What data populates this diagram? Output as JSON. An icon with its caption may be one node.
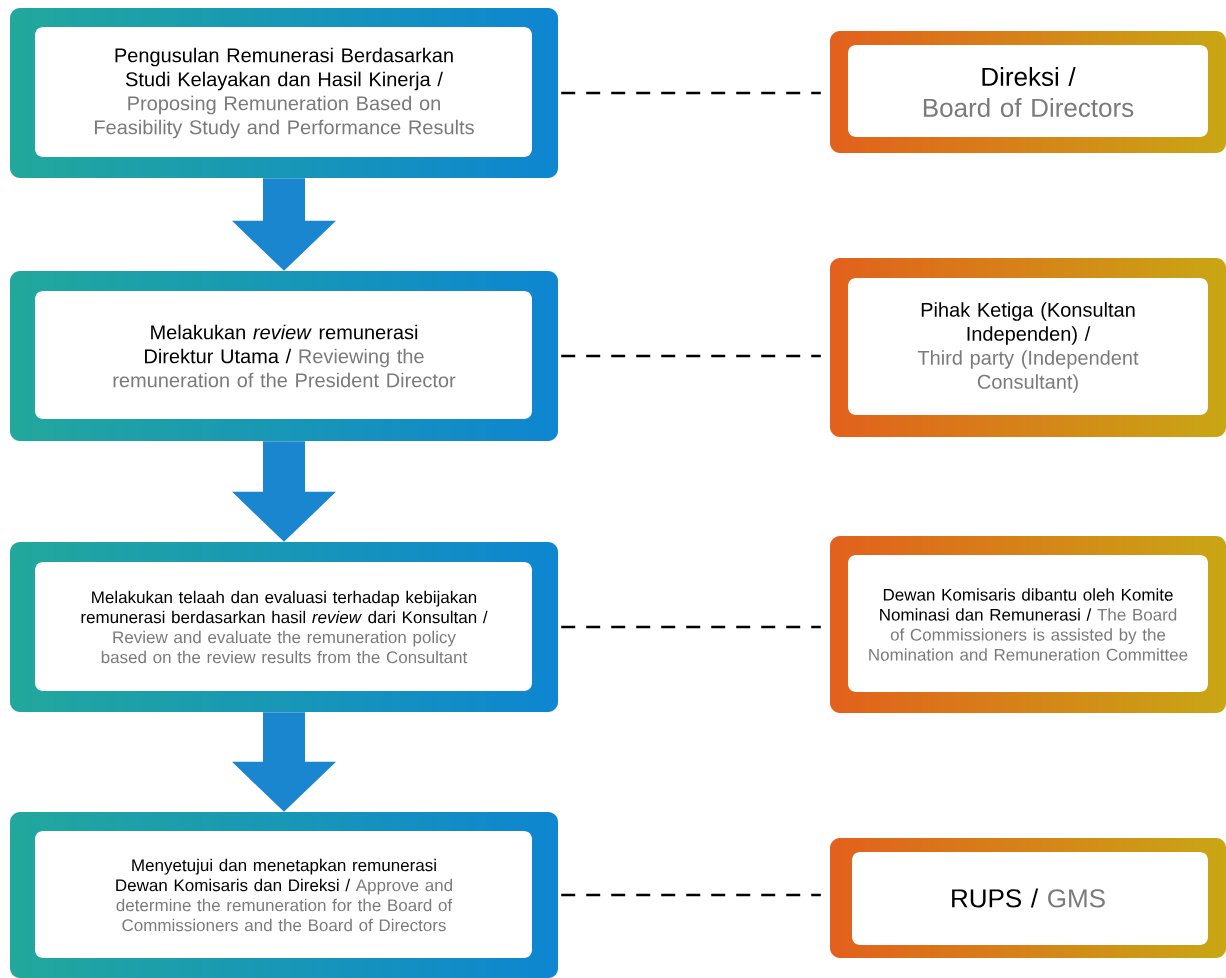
{
  "diagram": {
    "nodes": [
      {
        "text": [
          "Pengusulan Remunerasi Berdasarkan Studi Kelayakan dan Hasil Kinerja /",
          "Proposing Remuneration Based on Feasibility Study and Performance Results"
        ]
      },
      {
        "text": [
          "Direksi /",
          "Board of Directors"
        ]
      },
      {
        "text": [
          "Melakukan *review* remunerasi Direktur Utama /",
          "Reviewing the remuneration of the President Director"
        ]
      },
      {
        "text": [
          "Pihak Ketiga (Konsultan Independen) /",
          "Third party (Independent Consultant)"
        ]
      },
      {
        "text": [
          "Melakukan telaah dan evaluasi terhadap kebijakan remunerasi berdasarkan hasil *review* dari Konsultan /",
          "Review and evaluate the remuneration policy based on the review results from the Consultant"
        ]
      },
      {
        "text": [
          "Dewan Komisaris dibantu oleh Komite Nominasi dan Remunerasi /",
          "The Board of Commissioners is assisted by the Nomination and Remuneration Committee"
        ]
      },
      {
        "text": [
          "Menyetujui dan menetapkan remunerasi Dewan Komisaris dan Direksi /",
          "Approve and determine the remuneration for the Board of Commissioners and the Board of Directors"
        ]
      },
      {
        "text": [
          "RUPS /",
          "GMS"
        ]
      }
    ],
    "edges": [
      {
        "from": 0,
        "to": 2,
        "arrow": "to",
        "style": "thick",
        "color": "#1a86cf"
      },
      {
        "from": 2,
        "to": 4,
        "arrow": "to",
        "style": "thick",
        "color": "#1a86cf"
      },
      {
        "from": 4,
        "to": 6,
        "arrow": "to",
        "style": "thick",
        "color": "#1a86cf"
      },
      {
        "from": 0,
        "to": 1,
        "arrow": "none",
        "style": "dashed"
      },
      {
        "from": 2,
        "to": 3,
        "arrow": "none",
        "style": "dashed"
      },
      {
        "from": 4,
        "to": 5,
        "arrow": "none",
        "style": "dashed"
      },
      {
        "from": 6,
        "to": 7,
        "arrow": "none",
        "style": "dashed"
      }
    ]
  }
}
